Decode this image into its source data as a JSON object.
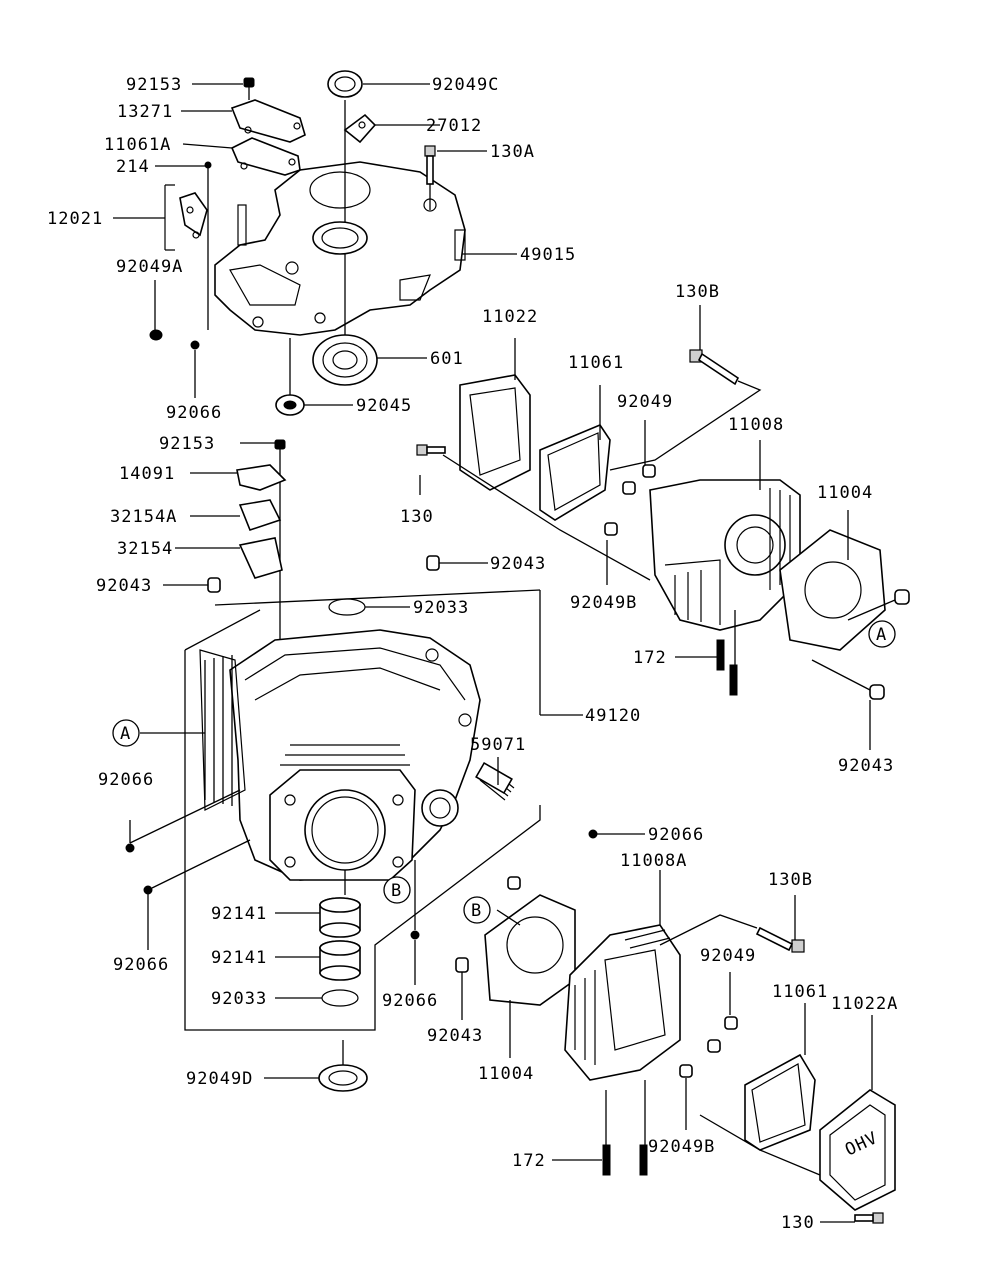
{
  "callouts": [
    {
      "text": "92153"
    },
    {
      "text": "13271"
    },
    {
      "text": "11061A"
    },
    {
      "text": "214"
    },
    {
      "text": "12021"
    },
    {
      "text": "92049A"
    },
    {
      "text": "92066"
    },
    {
      "text": "92049C"
    },
    {
      "text": "27012"
    },
    {
      "text": "130A"
    },
    {
      "text": "49015"
    },
    {
      "text": "601"
    },
    {
      "text": "92045"
    },
    {
      "text": "11022"
    },
    {
      "text": "11061"
    },
    {
      "text": "130B"
    },
    {
      "text": "92049"
    },
    {
      "text": "11008"
    },
    {
      "text": "11004"
    },
    {
      "text": "130"
    },
    {
      "text": "92049B"
    },
    {
      "text": "172"
    },
    {
      "text": "92043"
    },
    {
      "text": "92153"
    },
    {
      "text": "14091"
    },
    {
      "text": "32154A"
    },
    {
      "text": "32154"
    },
    {
      "text": "92043"
    },
    {
      "text": "92043"
    },
    {
      "text": "92033"
    },
    {
      "text": "49120"
    },
    {
      "text": "59071"
    },
    {
      "text": "92066"
    },
    {
      "text": "92066"
    },
    {
      "text": "92066"
    },
    {
      "text": "11008A"
    },
    {
      "text": "130B"
    },
    {
      "text": "92141"
    },
    {
      "text": "92141"
    },
    {
      "text": "92033"
    },
    {
      "text": "92049D"
    },
    {
      "text": "92066"
    },
    {
      "text": "92043"
    },
    {
      "text": "11004"
    },
    {
      "text": "92049"
    },
    {
      "text": "11061"
    },
    {
      "text": "11022A"
    },
    {
      "text": "172"
    },
    {
      "text": "92049B"
    },
    {
      "text": "130"
    }
  ],
  "ref_markers": [
    {
      "text": "A"
    },
    {
      "text": "A"
    },
    {
      "text": "B"
    },
    {
      "text": "B"
    }
  ],
  "embossed": {
    "text": "OHV"
  }
}
